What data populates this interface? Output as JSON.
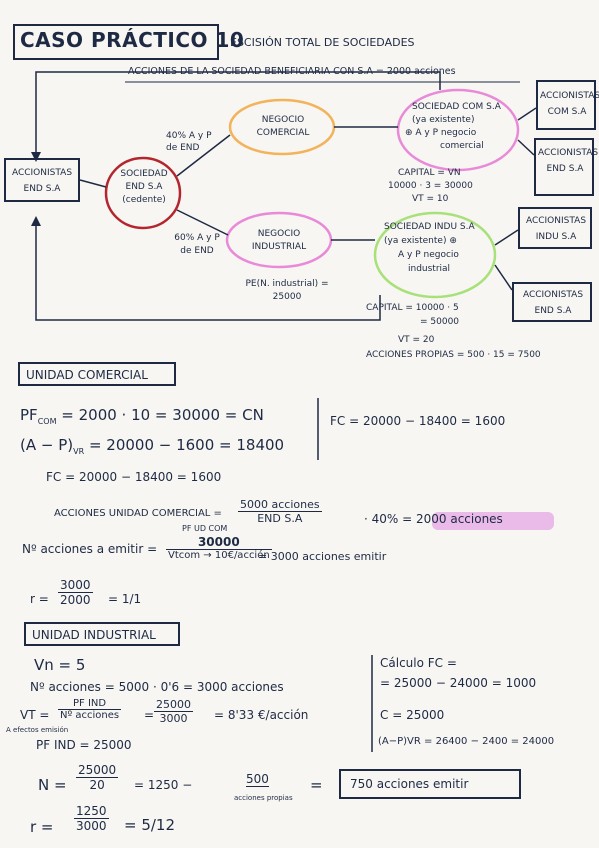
{
  "header": {
    "title": "CASO PRÁCTICO 10",
    "subtitle": "ESCISIÓN TOTAL DE SOCIEDADES",
    "acciones_line": "ACCIONES DE LA SOCIEDAD BENEFICIARIA CON S.A = 2000 acciones"
  },
  "diagram": {
    "accionistas_end_left": "ACCIONISTAS END S.A",
    "sociedad_end": "SOCIEDAD END S.A (cedente)",
    "pct_comercial": "40% A y P de END",
    "pct_industrial": "60% A y P de END",
    "negocio_comercial": "NEGOCIO COMERCIAL",
    "negocio_industrial": "NEGOCIO INDUSTRIAL",
    "pe_industrial": "PE(N. industrial) = 25000",
    "soc_com_line1": "SOCIEDAD COM S.A",
    "soc_com_line2": "(ya existente)",
    "soc_com_line3": "⊕ A y P negocio",
    "soc_com_line4": "comercial",
    "capital_com": "CAPITAL = VN",
    "capital_com_calc": "10000 · 3 = 30000",
    "vt_com": "VT = 10",
    "accionistas_com": "ACCIONISTAS COM S.A",
    "accionistas_end_right_top": "ACCIONISTAS END S.A",
    "soc_ind_line1": "SOCIEDAD INDU S.A",
    "soc_ind_line2": "(ya existente) ⊕",
    "soc_ind_line3": "A y P negocio",
    "soc_ind_line4": "industrial",
    "accionistas_indu": "ACCIONISTAS INDU S.A",
    "accionistas_end_right_bottom": "ACCIONISTAS END S.A",
    "capital_ind": "CAPITAL = 10000 · 5",
    "capital_ind_total": "= 50000",
    "vt_ind": "VT = 20",
    "acciones_propias": "ACCIONES PROPIAS = 500 · 15 = 7500"
  },
  "comercial": {
    "heading": "UNIDAD COMERCIAL",
    "pf": "PF",
    "pf_sub": "COM",
    "pf_eq": "= 2000 · 10 = 30000 = CN",
    "ap": "(A − P)",
    "ap_sub": "VR",
    "ap_eq": "= 20000 − 1600 = 18400",
    "fc": "FC = 20000 − 18400 = 1600",
    "fc_right": "FC = 20000 − 18400 = 1600",
    "acciones_label": "ACCIONES UNIDAD COMERCIAL =",
    "acciones_num": "5000 acciones",
    "acciones_den": "END S.A",
    "acciones_result": "· 40% = 2000 acciones",
    "n_label": "Nº acciones a emitir =",
    "n_num_top": "PF UD COM",
    "n_num": "30000",
    "n_den": "Vtcom → 10€/acción",
    "n_result": "= 3000 acciones emitir",
    "r_label": "r =",
    "r_num": "3000",
    "r_den": "2000",
    "r_result": "= 1/1"
  },
  "industrial": {
    "heading": "UNIDAD INDUSTRIAL",
    "vn": "Vn = 5",
    "n_acciones": "Nº acciones = 5000 · 0'6 = 3000 acciones",
    "vt_label": "VT =",
    "vt_pre": "A efectos emisión",
    "vt_num": "PF IND",
    "vt_den": "Nº acciones",
    "vt_num2": "25000",
    "vt_den2": "3000",
    "vt_result": "= 8'33 €/acción",
    "pf_ind": "PF IND = 25000",
    "calc_fc": "Cálculo FC =",
    "calc_fc2": "= 25000 − 24000 = 1000",
    "c_line": "C = 25000",
    "ap_line": "(A−P)VR = 26400 − 2400 = 24000",
    "n_label": "N =",
    "n_num": "25000",
    "n_den": "20",
    "n_mid": "= 1250 −",
    "n_propias": "500",
    "n_propias_label": "acciones propias",
    "n_eq": "=",
    "n_result": "750 acciones emitir",
    "r_label": "r =",
    "r_num": "1250",
    "r_den": "3000",
    "r_result": "= 5/12"
  },
  "colors": {
    "ink": "#1e2a44",
    "orange": "#f2b35a",
    "pink": "#e98ad8",
    "green": "#a8e07a",
    "red": "#b3262e",
    "highlight": "#e6a6e6"
  }
}
